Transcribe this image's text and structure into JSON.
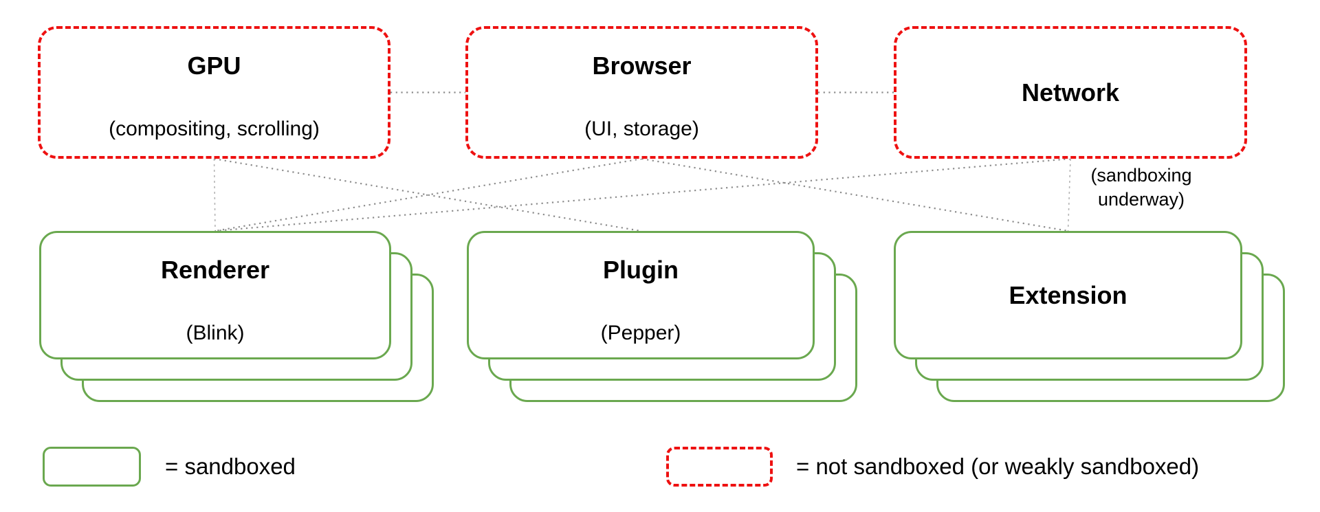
{
  "nodes": {
    "gpu": {
      "title": "GPU",
      "subtitle": "(compositing, scrolling)",
      "sandboxed": false
    },
    "browser": {
      "title": "Browser",
      "subtitle": "(UI, storage)",
      "sandboxed": false
    },
    "network": {
      "title": "Network",
      "subtitle": "",
      "sandboxed": false
    },
    "renderer": {
      "title": "Renderer",
      "subtitle": "(Blink)",
      "sandboxed": true
    },
    "plugin": {
      "title": "Plugin",
      "subtitle": "(Pepper)",
      "sandboxed": true
    },
    "extension": {
      "title": "Extension",
      "subtitle": "",
      "sandboxed": true
    }
  },
  "network_note": {
    "line1": "(sandboxing",
    "line2": "underway)"
  },
  "connections": [
    {
      "from": "gpu",
      "from_side": "right",
      "to": "browser",
      "to_side": "left",
      "style": "dotted"
    },
    {
      "from": "browser",
      "from_side": "right",
      "to": "network",
      "to_side": "left",
      "style": "dotted"
    },
    {
      "from": "gpu",
      "from_side": "bottom",
      "to": "renderer",
      "to_side": "top",
      "style": "fine"
    },
    {
      "from": "network",
      "from_side": "bottom",
      "to": "extension",
      "to_side": "top",
      "style": "fine"
    },
    {
      "from": "gpu",
      "from_side": "bottom",
      "to": "plugin",
      "to_side": "top",
      "style": "dotted"
    },
    {
      "from": "browser",
      "from_side": "bottom",
      "to": "renderer",
      "to_side": "top",
      "style": "dotted"
    },
    {
      "from": "browser",
      "from_side": "bottom",
      "to": "extension",
      "to_side": "top",
      "style": "dotted"
    },
    {
      "from": "network",
      "from_side": "bottom",
      "to": "renderer",
      "to_side": "top",
      "style": "dotted"
    }
  ],
  "legend": {
    "sandboxed_label": "= sandboxed",
    "not_sandboxed_label": "= not sandboxed (or weakly sandboxed)"
  },
  "colors": {
    "sandboxed_green": "#6aa84f",
    "not_sandboxed_red": "#ee1111",
    "connector_gray": "#8c8c8c",
    "connector_light_gray": "#b5b5b5"
  }
}
